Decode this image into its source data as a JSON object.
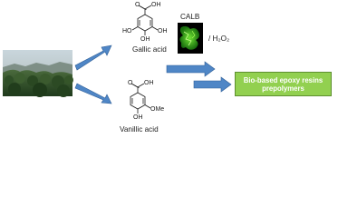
{
  "diagram": {
    "gallic_acid_label": "Gallic acid",
    "vanillic_acid_label": "Vanillic acid",
    "enzyme_label": "CALB",
    "oxidant_label": "/ H₂O₂",
    "output_line1": "Bio-based epoxy resins",
    "output_line2": "prepolymers",
    "gallic_structure": {
      "oh_top": "OH",
      "o_top": "O",
      "ho_left": "HO",
      "oh_right": "OH",
      "oh_bottom": "OH"
    },
    "vanillic_structure": {
      "oh_top": "OH",
      "o_top": "O",
      "ome": "OMe",
      "oh_bottom": "OH"
    },
    "colors": {
      "arrow": "#4f86c6",
      "arrow_stroke": "#2f5f97",
      "output_box": "#92d050",
      "enzyme_bg": "#000000"
    }
  }
}
